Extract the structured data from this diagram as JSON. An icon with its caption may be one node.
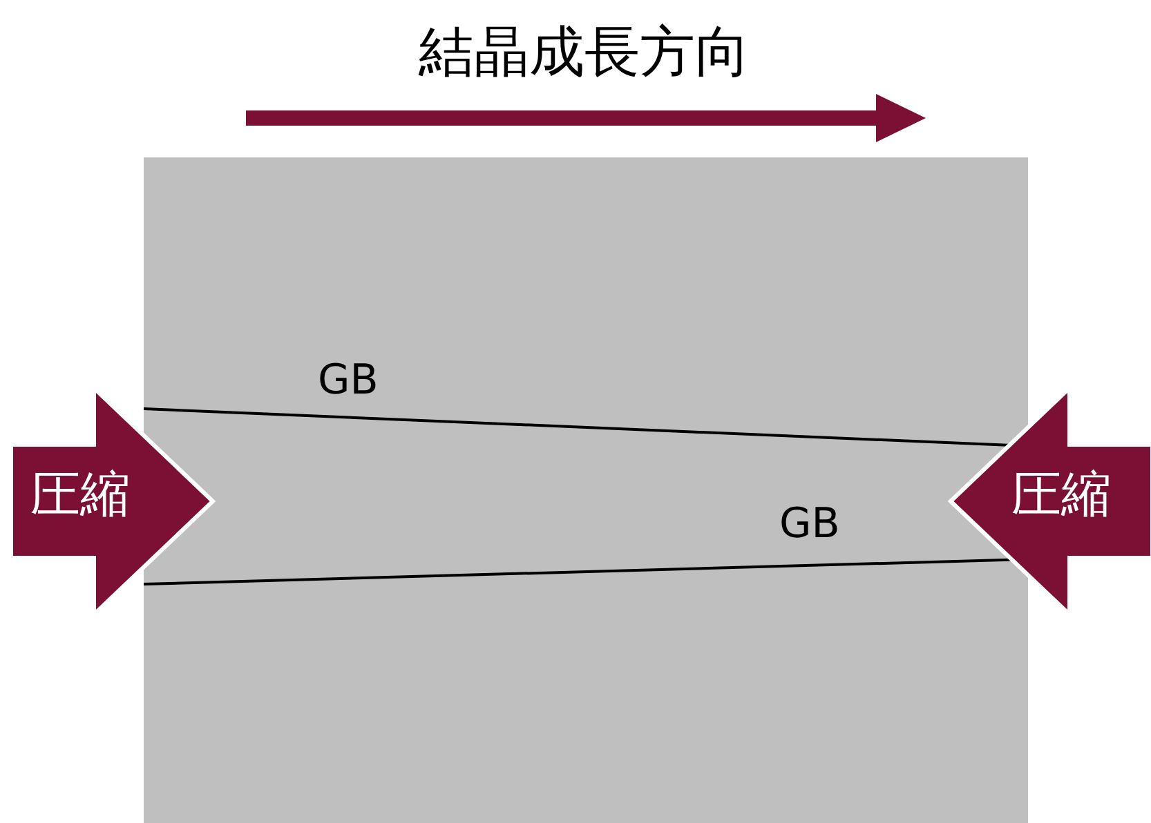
{
  "diagram": {
    "title": "結晶成長方向",
    "nodes": [
      {
        "text": [
          "圧縮"
        ]
      },
      {
        "text": [
          "圧縮"
        ]
      }
    ],
    "labels": [
      "GB",
      "GB"
    ]
  }
}
